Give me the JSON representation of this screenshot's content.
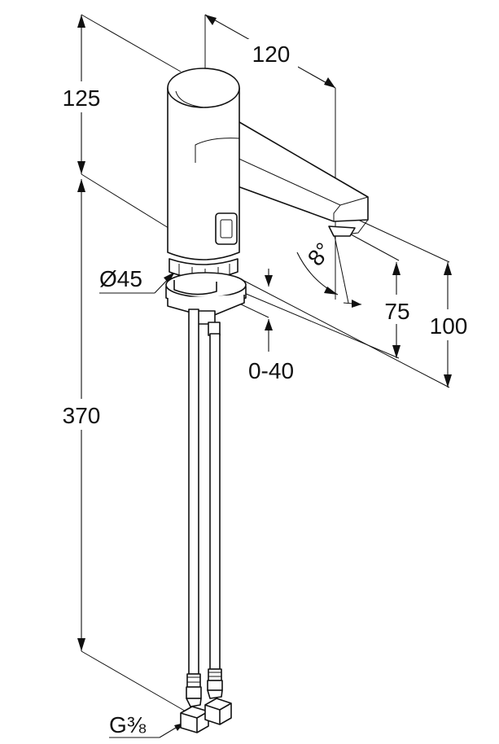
{
  "dimensions": {
    "width_120": "120",
    "height_125": "125",
    "diameter": "Ø45",
    "height_75": "75",
    "height_100": "100",
    "range": "0-40",
    "height_370": "370",
    "thread": "G⅜",
    "angle": "8°"
  }
}
